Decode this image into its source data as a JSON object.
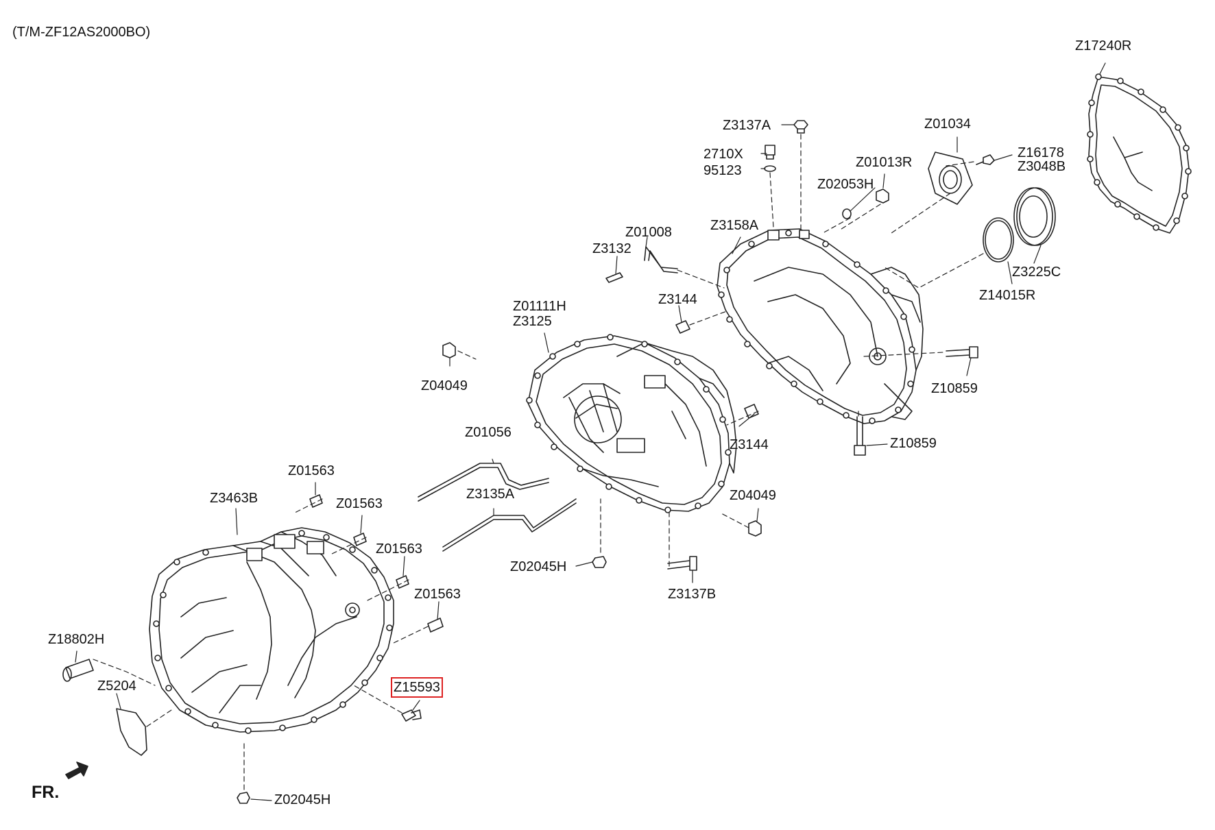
{
  "diagram": {
    "model": "(T/M-ZF12AS2000BO)",
    "front_marker": "FR.",
    "highlight_color": "#dd2222",
    "parts": [
      {
        "id": "p1",
        "code": "Z17240R"
      },
      {
        "id": "p2",
        "code": "Z3137A"
      },
      {
        "id": "p3",
        "code": "Z01034"
      },
      {
        "id": "p4",
        "code": "2710X"
      },
      {
        "id": "p5",
        "code": "95123"
      },
      {
        "id": "p6",
        "code": "Z01013R"
      },
      {
        "id": "p7",
        "code": "Z16178"
      },
      {
        "id": "p8",
        "code": "Z3048B"
      },
      {
        "id": "p9",
        "code": "Z02053H"
      },
      {
        "id": "p10",
        "code": "Z3158A"
      },
      {
        "id": "p11",
        "code": "Z01008"
      },
      {
        "id": "p12",
        "code": "Z3132"
      },
      {
        "id": "p13",
        "code": "Z3225C"
      },
      {
        "id": "p14",
        "code": "Z14015R"
      },
      {
        "id": "p15",
        "code": "Z01111H"
      },
      {
        "id": "p16",
        "code": "Z3125"
      },
      {
        "id": "p17",
        "code": "Z3144"
      },
      {
        "id": "p18",
        "code": "Z04049"
      },
      {
        "id": "p19",
        "code": "Z10859"
      },
      {
        "id": "p20",
        "code": "Z01056"
      },
      {
        "id": "p21",
        "code": "Z3144"
      },
      {
        "id": "p22",
        "code": "Z10859"
      },
      {
        "id": "p23",
        "code": "Z01563"
      },
      {
        "id": "p24",
        "code": "Z3463B"
      },
      {
        "id": "p25",
        "code": "Z01563"
      },
      {
        "id": "p26",
        "code": "Z3135A"
      },
      {
        "id": "p27",
        "code": "Z04049"
      },
      {
        "id": "p28",
        "code": "Z01563"
      },
      {
        "id": "p29",
        "code": "Z02045H"
      },
      {
        "id": "p30",
        "code": "Z01563"
      },
      {
        "id": "p31",
        "code": "Z3137B"
      },
      {
        "id": "p32",
        "code": "Z18802H"
      },
      {
        "id": "p33",
        "code": "Z5204"
      },
      {
        "id": "p34",
        "code": "Z15593",
        "highlighted": true
      },
      {
        "id": "p35",
        "code": "Z02045H"
      }
    ]
  }
}
